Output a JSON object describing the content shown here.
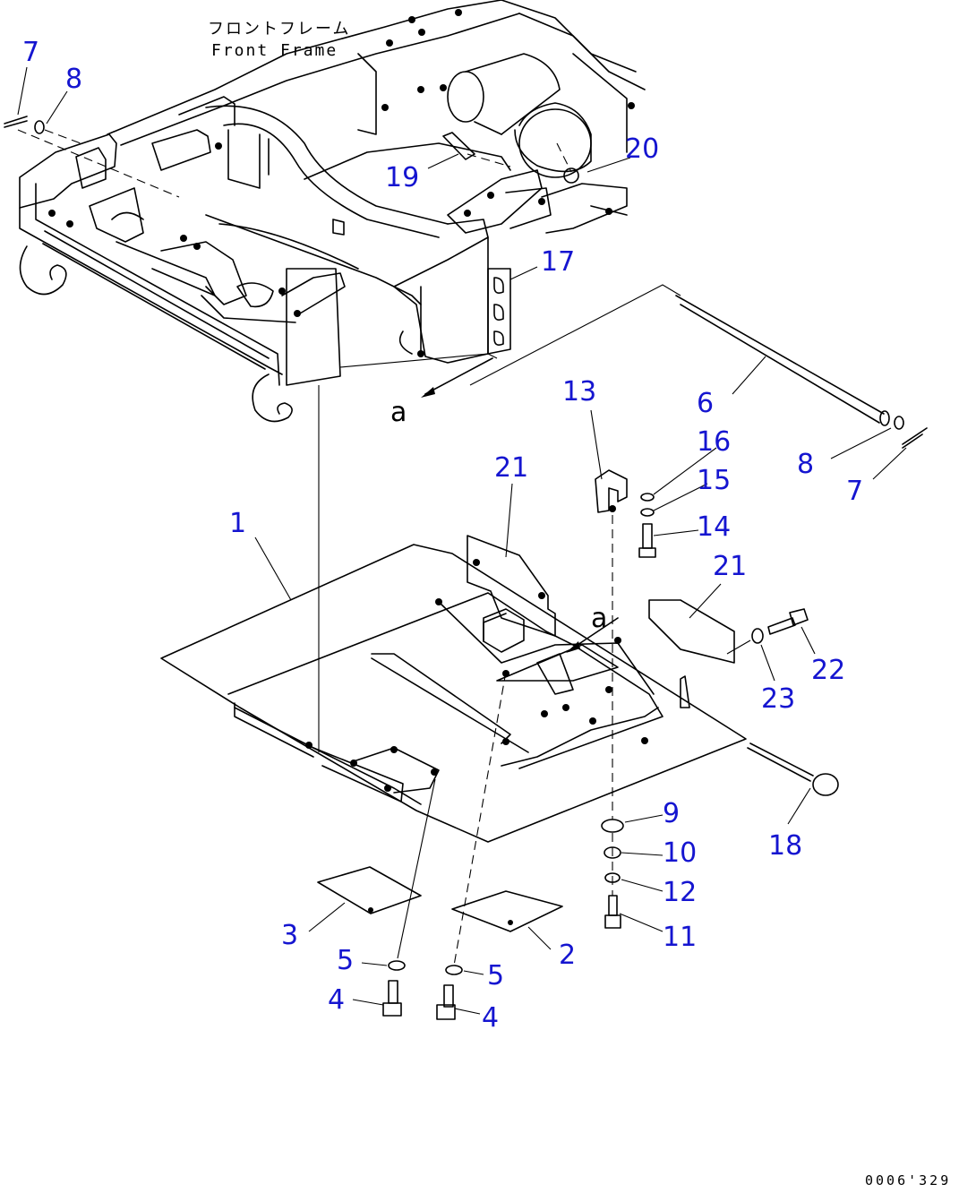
{
  "header": {
    "jp": "フロントフレーム",
    "en": "Front Frame"
  },
  "ref_letter": "a",
  "drawing_code": "0006'329",
  "callouts": [
    {
      "id": "c7a",
      "label": "7"
    },
    {
      "id": "c8a",
      "label": "8"
    },
    {
      "id": "c19",
      "label": "19"
    },
    {
      "id": "c20",
      "label": "20"
    },
    {
      "id": "c17",
      "label": "17"
    },
    {
      "id": "c13",
      "label": "13"
    },
    {
      "id": "c6",
      "label": "6"
    },
    {
      "id": "c16",
      "label": "16"
    },
    {
      "id": "c8b",
      "label": "8"
    },
    {
      "id": "c7b",
      "label": "7"
    },
    {
      "id": "c15",
      "label": "15"
    },
    {
      "id": "c21a",
      "label": "21"
    },
    {
      "id": "c14",
      "label": "14"
    },
    {
      "id": "c1",
      "label": "1"
    },
    {
      "id": "c21b",
      "label": "21"
    },
    {
      "id": "c22",
      "label": "22"
    },
    {
      "id": "c23",
      "label": "23"
    },
    {
      "id": "c18",
      "label": "18"
    },
    {
      "id": "c9",
      "label": "9"
    },
    {
      "id": "c10",
      "label": "10"
    },
    {
      "id": "c12",
      "label": "12"
    },
    {
      "id": "c11",
      "label": "11"
    },
    {
      "id": "c3",
      "label": "3"
    },
    {
      "id": "c2",
      "label": "2"
    },
    {
      "id": "c5a",
      "label": "5"
    },
    {
      "id": "c5b",
      "label": "5"
    },
    {
      "id": "c4a",
      "label": "4"
    },
    {
      "id": "c4b",
      "label": "4"
    }
  ]
}
